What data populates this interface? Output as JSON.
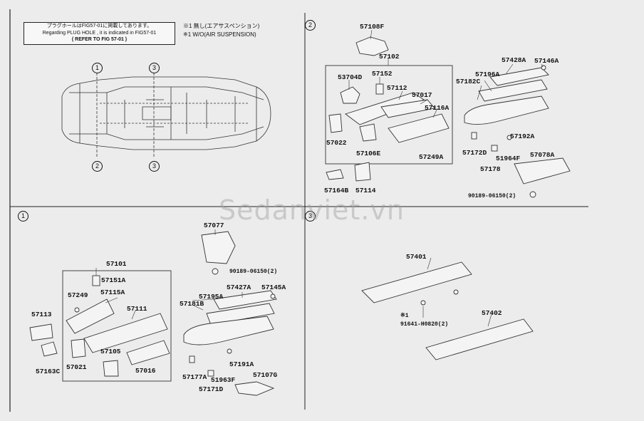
{
  "note": {
    "line1": "プラグホールはFIG57-01に掲載してあります。",
    "line2": "Regarding PLUG HOLE , it is indicated in FIG57-01",
    "line3": "( REFER TO FIG 57-01 )"
  },
  "legend": {
    "line1": "※1 無し(エアサスペンション)",
    "line2": "※1 W/O(AIR SUSPENSION)"
  },
  "watermark": "Sedanviet.vn",
  "section_numbers": {
    "s1": "1",
    "s2": "2",
    "s3": "3"
  },
  "overview_callouts": {
    "c1": "1",
    "c2": "2",
    "c3": "3",
    "c3b": "3"
  },
  "labels": {
    "p57108F": "57108F",
    "p57102": "57102",
    "p53704D": "53704D",
    "p57152": "57152",
    "p57112": "57112",
    "p57017": "57017",
    "p57116A": "57116A",
    "p57022": "57022",
    "p57106E": "57106E",
    "p57249A": "57249A",
    "p57164B": "57164B",
    "p57114": "57114",
    "p57428A": "57428A",
    "p57146A": "57146A",
    "p57196A": "57196A",
    "p57182C": "57182C",
    "p57192A": "57192A",
    "p57172D": "57172D",
    "p51964F": "51964F",
    "p57078A": "57078A",
    "p57178": "57178",
    "p90189b": "90189-06150(2)",
    "p57077": "57077",
    "p90189a": "90189-06150(2)",
    "p57101": "57101",
    "p57151A": "57151A",
    "p57249": "57249",
    "p57115A": "57115A",
    "p57113": "57113",
    "p57111": "57111",
    "p57105": "57105",
    "p57021": "57021",
    "p57016": "57016",
    "p57163C": "57163C",
    "p57427A": "57427A",
    "p57145A": "57145A",
    "p57195A": "57195A",
    "p57181B": "57181B",
    "p57191A": "57191A",
    "p57177A": "57177A",
    "p51963F": "51963F",
    "p57107G": "57107G",
    "p57171D": "57171D",
    "p57401": "57401",
    "p57402": "57402",
    "pStar1": "※1",
    "p91641": "91641-H0820(2)"
  }
}
